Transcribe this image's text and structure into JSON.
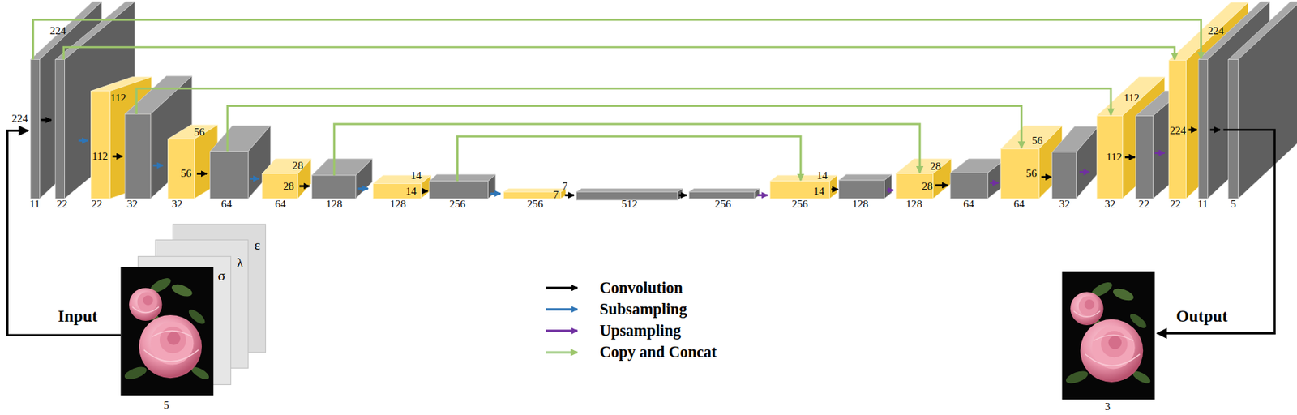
{
  "diagram": {
    "labels": [
      "224",
      "224",
      "11",
      "22",
      "112",
      "112",
      "22",
      "32",
      "56",
      "56",
      "32",
      "64",
      "28",
      "28",
      "64",
      "128",
      "14",
      "14",
      "128",
      "256",
      "7",
      "7",
      "256",
      "512",
      "256",
      "14",
      "14",
      "256",
      "128",
      "28",
      "28",
      "128",
      "64",
      "56",
      "56",
      "64",
      "32",
      "112",
      "112",
      "32",
      "22",
      "224",
      "224",
      "22",
      "11",
      "5",
      "ε",
      "λ",
      "σ",
      "Input",
      "5",
      "Output",
      "3"
    ],
    "legend": [
      {
        "text": "Convolution"
      },
      {
        "text": "Subsampling"
      },
      {
        "text": "Upsampling"
      },
      {
        "text": "Copy and Concat"
      }
    ]
  }
}
